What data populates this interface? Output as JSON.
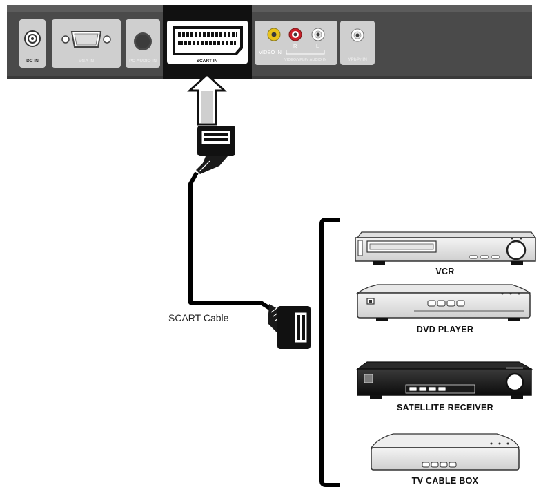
{
  "panel": {
    "ports": {
      "dc_in": "DC IN",
      "vga_in": "VGA IN",
      "pc_audio_in": "PC AUDIO IN",
      "scart_in": "SCART IN",
      "video_in": "VIDEO IN",
      "audio_r": "R",
      "audio_l": "L",
      "video_audio_in": "VIDEO/YPbPr AUDIO IN",
      "ypbpr_in": "YPbPr IN"
    }
  },
  "cable": {
    "label": "SCART Cable"
  },
  "devices": {
    "vcr": "VCR",
    "dvd": "DVD PLAYER",
    "satellite": "SATELLITE RECEIVER",
    "cable_box": "TV CABLE BOX"
  },
  "colors": {
    "panel_bg": "#4a4a4a",
    "port_plate": "#cfcfcf",
    "scart_plate": "#111111",
    "video_yellow": "#e8c21a",
    "audio_red": "#c8202a",
    "cable": "#000000"
  }
}
